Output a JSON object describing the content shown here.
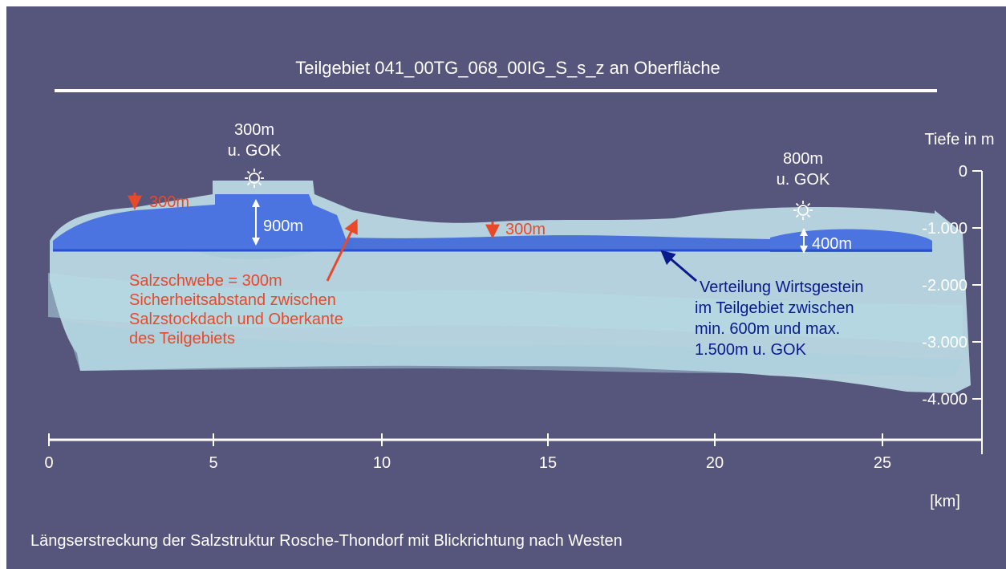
{
  "title": "Teilgebiet 041_00TG_068_00IG_S_s_z an Oberfläche",
  "caption": "Längserstreckung der Salzstruktur Rosche-Thondorf mit Blickrichtung nach Westen",
  "colors": {
    "background": "#56557B",
    "white": "#FFFFFF",
    "red_annotation": "#E8492A",
    "blue_annotation": "#0A1A8C",
    "salt_body": "#BFE6EC",
    "host_rock": "#3A64E0"
  },
  "depth_axis": {
    "label": "Tiefe in m",
    "ticks": [
      "0",
      "-1.000",
      "-2.000",
      "-3.000",
      "-4.000"
    ]
  },
  "distance_axis": {
    "unit": "[km]",
    "ticks": [
      "0",
      "5",
      "10",
      "15",
      "20",
      "25"
    ]
  },
  "annotations": {
    "left_marker": {
      "line1": "300m",
      "line2": "u. GOK",
      "icon": "sun-icon"
    },
    "right_marker": {
      "line1": "800m",
      "line2": "u. GOK",
      "icon": "sun-icon"
    },
    "red_300_left": "300m",
    "red_300_mid": "300m",
    "white_900": "900m",
    "white_400": "400m",
    "red_note": [
      "Salzschwebe = 300m",
      "Sicherheitsabstand zwischen",
      "Salzstockdach und Oberkante",
      "des Teilgebiets"
    ],
    "blue_note": [
      "Verteilung Wirtsgestein",
      "im Teilgebiet zwischen",
      "min. 600m und max.",
      "1.500m u. GOK"
    ]
  }
}
